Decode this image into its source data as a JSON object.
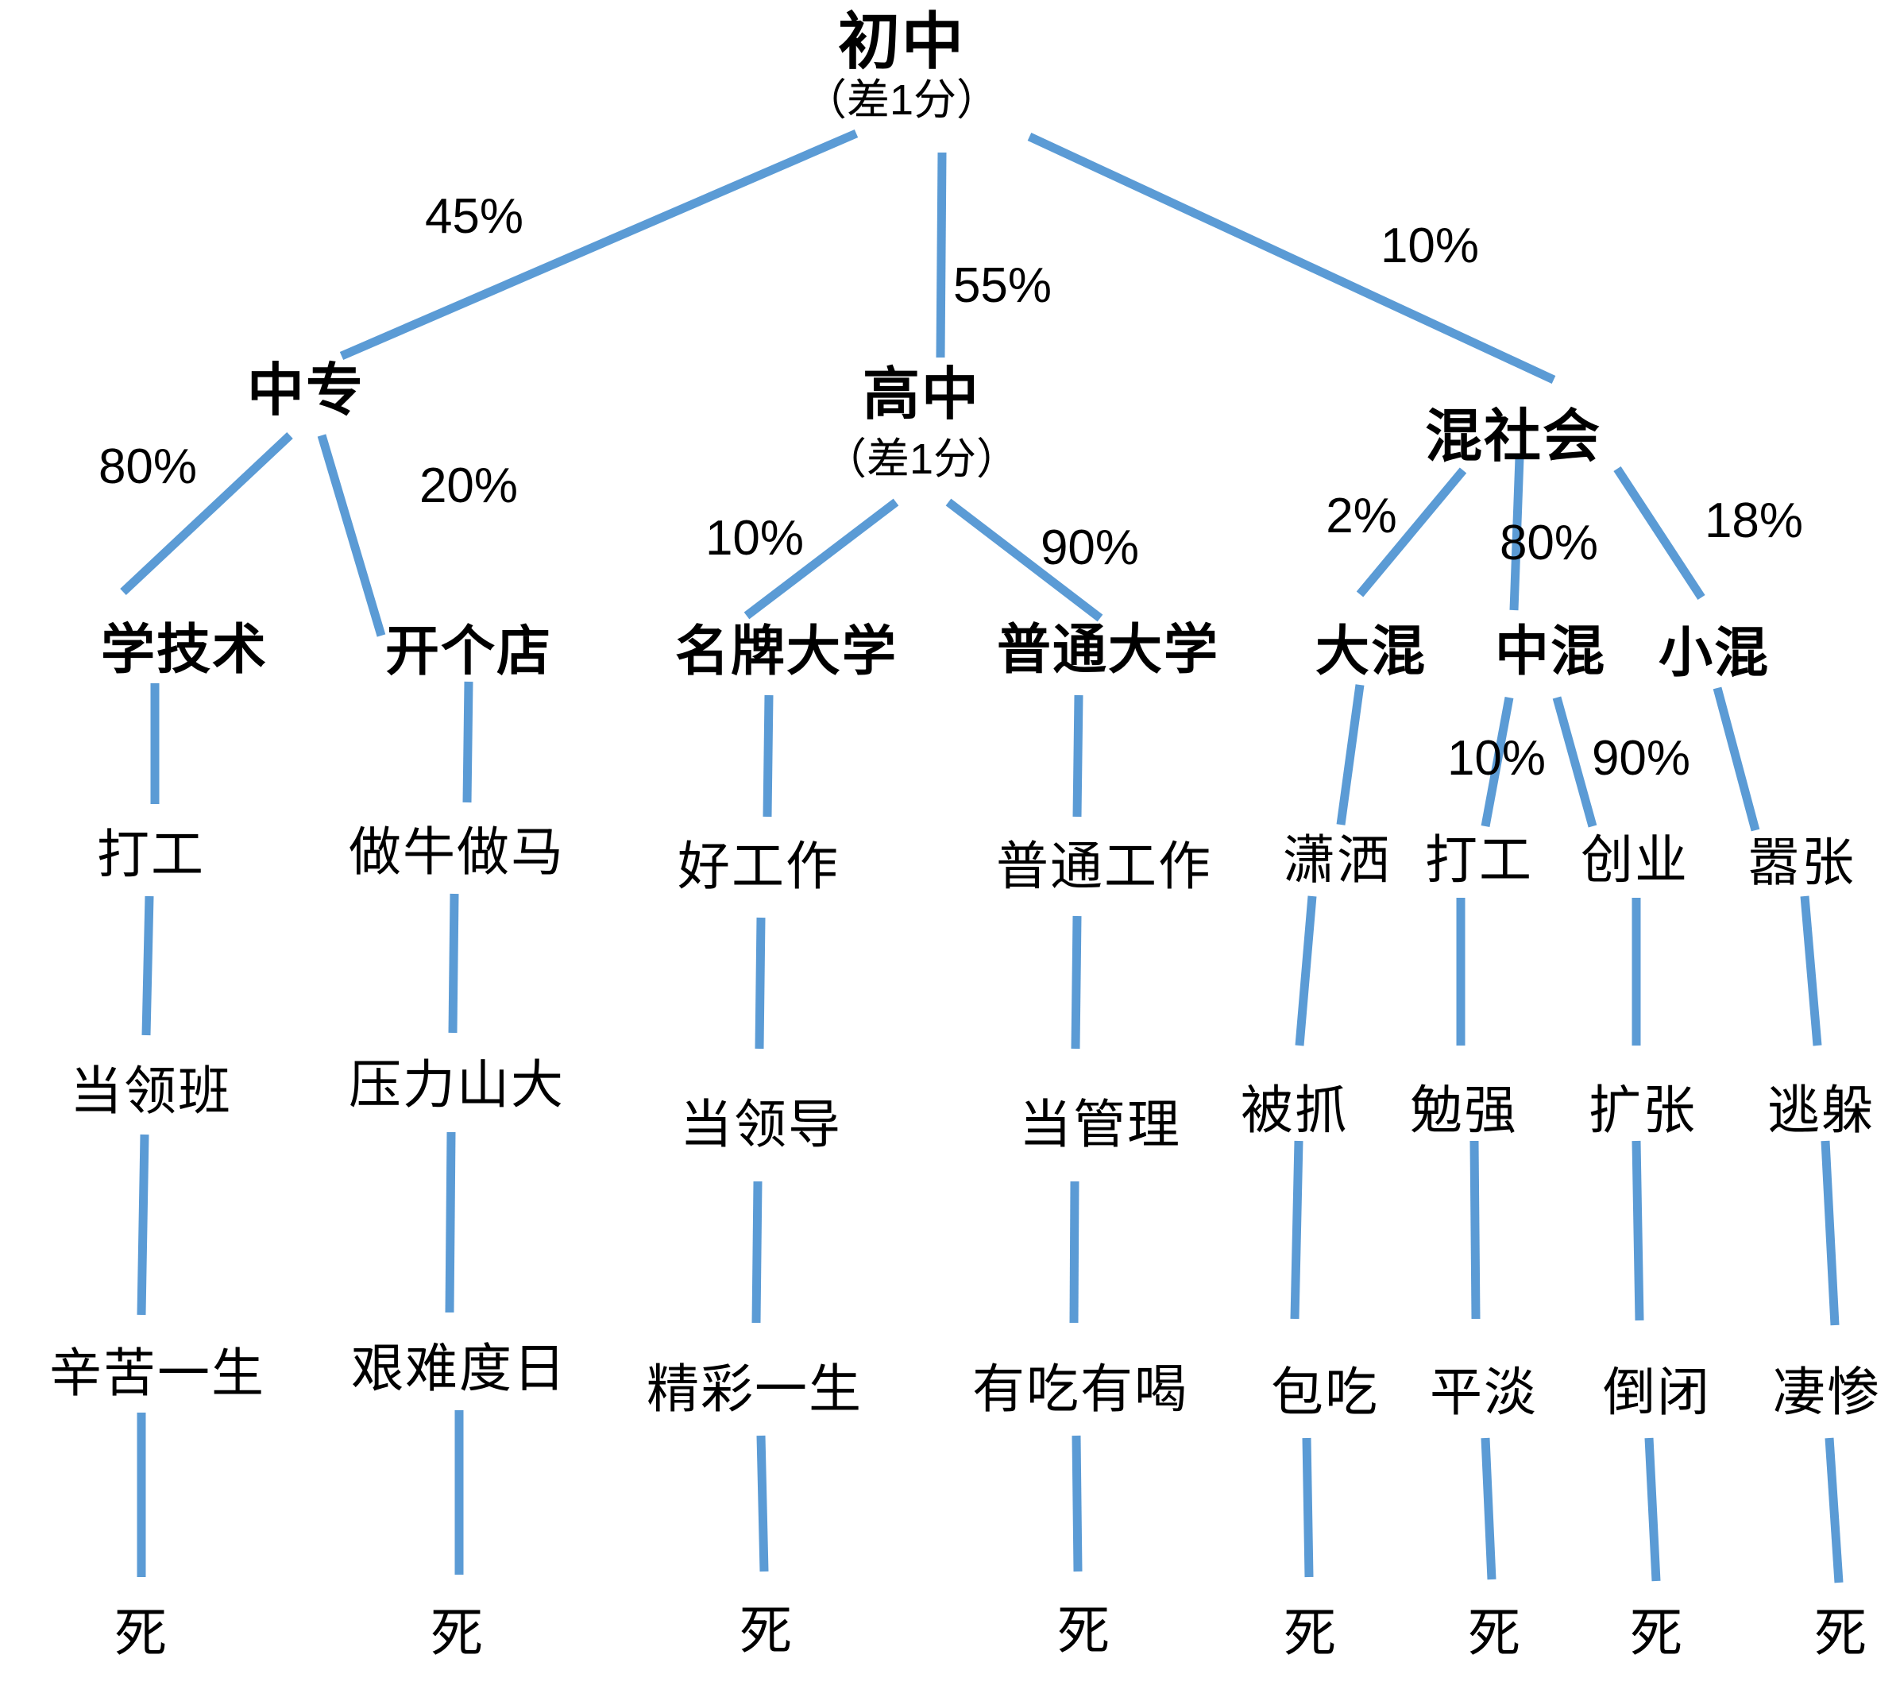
{
  "colors": {
    "line": "#5B9BD5",
    "text": "#000000",
    "background": "#FFFFFF"
  },
  "tree": {
    "label": "初中",
    "note": "（差1分）",
    "children": [
      {
        "pct": "45%",
        "label": "中专",
        "children": [
          {
            "pct": "80%",
            "label": "学技术",
            "chain": [
              "打工",
              "当领班",
              "辛苦一生",
              "死"
            ]
          },
          {
            "pct": "20%",
            "label": "开个店",
            "chain": [
              "做牛做马",
              "压力山大",
              "艰难度日",
              "死"
            ]
          }
        ]
      },
      {
        "pct": "55%",
        "label": "高中",
        "note": "（差1分）",
        "children": [
          {
            "pct": "10%",
            "label": "名牌大学",
            "chain": [
              "好工作",
              "当领导",
              "精彩一生",
              "死"
            ]
          },
          {
            "pct": "90%",
            "label": "普通大学",
            "chain": [
              "普通工作",
              "当管理",
              "有吃有喝",
              "死"
            ]
          }
        ]
      },
      {
        "pct": "10%",
        "label": "混社会",
        "children": [
          {
            "pct": "2%",
            "label": "大混",
            "chain": [
              "潇洒",
              "被抓",
              "包吃",
              "死"
            ]
          },
          {
            "pct": "80%",
            "label": "中混",
            "children": [
              {
                "pct": "10%",
                "label": "打工",
                "chain": [
                  "勉强",
                  "平淡",
                  "死"
                ]
              },
              {
                "pct": "90%",
                "label": "创业",
                "chain": [
                  "扩张",
                  "倒闭",
                  "死"
                ]
              }
            ]
          },
          {
            "pct": "18%",
            "label": "小混",
            "chain": [
              "嚣张",
              "逃躲",
              "凄惨",
              "死"
            ]
          }
        ]
      }
    ]
  }
}
